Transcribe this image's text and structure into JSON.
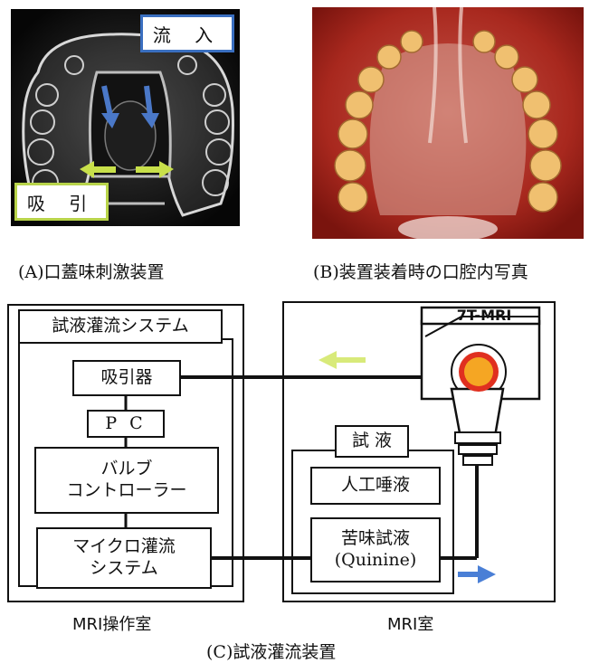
{
  "photo_a": {
    "inflow_label": "流 入",
    "suction_label": "吸 引",
    "caption": "(A)口蓋味刺激装置"
  },
  "photo_b": {
    "caption": "(B)装置装着時の口腔内写真"
  },
  "diagram": {
    "operation_room": {
      "system_title": "試液灌流システム",
      "aspirator": "吸引器",
      "pc": "P C",
      "valve_controller_line1": "バルブ",
      "valve_controller_line2": "コントローラー",
      "micro_perfusion_line1": "マイクロ灌流",
      "micro_perfusion_line2": "システム",
      "room_label": "MRI操作室"
    },
    "mri_room": {
      "scanner_label": "7T-MRI",
      "solution_title": "試 液",
      "artificial_saliva": "人工唾液",
      "bitter_solution_line1": "苦味試液",
      "bitter_solution_line2": "(Quinine)",
      "room_label": "MRI室"
    },
    "caption": "(C)試液灌流装置"
  },
  "colors": {
    "inflow_arrow": "#4a78c8",
    "suction_arrow": "#c8e04a",
    "flow_arrow_out": "#d8ea7a",
    "flow_arrow_in": "#4a7fd6",
    "head_ring": "#e03020",
    "head_fill": "#f5a623",
    "inflow_label_border": "#3a6fc0",
    "suction_label_border": "#b8d44a"
  }
}
